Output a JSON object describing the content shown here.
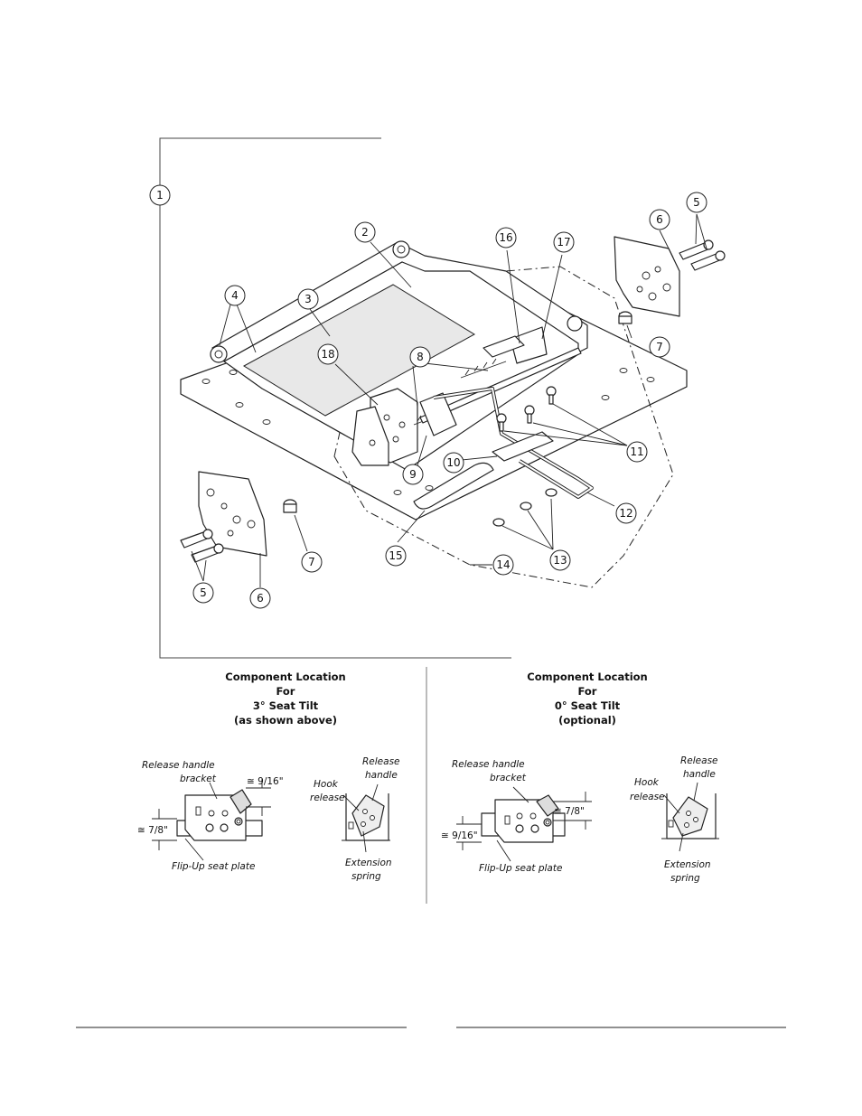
{
  "callouts": [
    {
      "id": "c1",
      "label": "1"
    },
    {
      "id": "c2",
      "label": "2"
    },
    {
      "id": "c3",
      "label": "3"
    },
    {
      "id": "c4",
      "label": "4"
    },
    {
      "id": "c5a",
      "label": "5"
    },
    {
      "id": "c5b",
      "label": "5"
    },
    {
      "id": "c6a",
      "label": "6"
    },
    {
      "id": "c6b",
      "label": "6"
    },
    {
      "id": "c7a",
      "label": "7"
    },
    {
      "id": "c7b",
      "label": "7"
    },
    {
      "id": "c8",
      "label": "8"
    },
    {
      "id": "c9",
      "label": "9"
    },
    {
      "id": "c10",
      "label": "10"
    },
    {
      "id": "c11",
      "label": "11"
    },
    {
      "id": "c12",
      "label": "12"
    },
    {
      "id": "c13",
      "label": "13"
    },
    {
      "id": "c14",
      "label": "14"
    },
    {
      "id": "c15",
      "label": "15"
    },
    {
      "id": "c16",
      "label": "16"
    },
    {
      "id": "c17",
      "label": "17"
    },
    {
      "id": "c18",
      "label": "18"
    }
  ],
  "left_panel": {
    "heading": [
      "Component Location",
      "For",
      "3° Seat Tilt",
      "(as shown above)"
    ],
    "bracket_label": [
      "Release handle",
      "bracket"
    ],
    "plate_label": "Flip-Up seat plate",
    "dim_top": "≅ 9/16\"",
    "dim_bottom": "≅ 7/8\"",
    "hook_label": [
      "Hook",
      "release"
    ],
    "handle_label": [
      "Release",
      "handle"
    ],
    "spring_label": [
      "Extension",
      "spring"
    ]
  },
  "right_panel": {
    "heading": [
      "Component Location",
      "For",
      "0° Seat Tilt",
      "(optional)"
    ],
    "bracket_label": [
      "Release handle",
      "bracket"
    ],
    "plate_label": "Flip-Up seat plate",
    "dim_top": "≅ 7/8\"",
    "dim_bottom": "≅ 9/16\"",
    "hook_label": [
      "Hook",
      "release"
    ],
    "handle_label": [
      "Release",
      "handle"
    ],
    "spring_label": [
      "Extension",
      "spring"
    ]
  }
}
